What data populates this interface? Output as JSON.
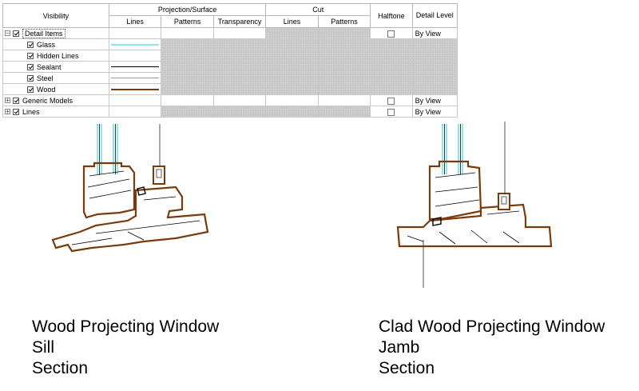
{
  "table": {
    "headers": {
      "visibility": "Visibility",
      "projection_surface": "Projection/Surface",
      "cut": "Cut",
      "halftone": "Halftone",
      "detail_level": "Detail Level",
      "lines": "Lines",
      "patterns": "Patterns",
      "transparency": "Transparency",
      "cut_lines": "Lines",
      "cut_patterns": "Patterns"
    },
    "rows": [
      {
        "name": "Detail Items",
        "level": 0,
        "expander": "−",
        "checked": true,
        "halftone": false,
        "detail_level": "By View"
      },
      {
        "name": "Glass",
        "level": 1,
        "checked": true,
        "line_color": "#8fe6ea"
      },
      {
        "name": "Hidden Lines",
        "level": 1,
        "checked": true,
        "line_color": ""
      },
      {
        "name": "Sealant",
        "level": 1,
        "checked": true,
        "line_color": "#000000"
      },
      {
        "name": "Steel",
        "level": 1,
        "checked": true,
        "line_color": "#9a9a9a"
      },
      {
        "name": "Wood",
        "level": 1,
        "checked": true,
        "line_color": "#7a3b0c"
      },
      {
        "name": "Generic Models",
        "level": 0,
        "expander": "+",
        "checked": true,
        "halftone": false,
        "detail_level": "By View"
      },
      {
        "name": "Lines",
        "level": 0,
        "expander": "+",
        "checked": true,
        "halftone": false,
        "detail_level": "By View"
      }
    ]
  },
  "captions": {
    "left": {
      "line1": "Wood Projecting Window",
      "line2": "Sill",
      "line3": "Section"
    },
    "right": {
      "line1": "Clad Wood Projecting Window",
      "line2": "Jamb",
      "line3": "Section"
    }
  },
  "colors": {
    "wood": "#7a3b0c",
    "glass": "#8fe6ea",
    "steel": "#8a8a8a",
    "grid": "#c8c8c8"
  }
}
